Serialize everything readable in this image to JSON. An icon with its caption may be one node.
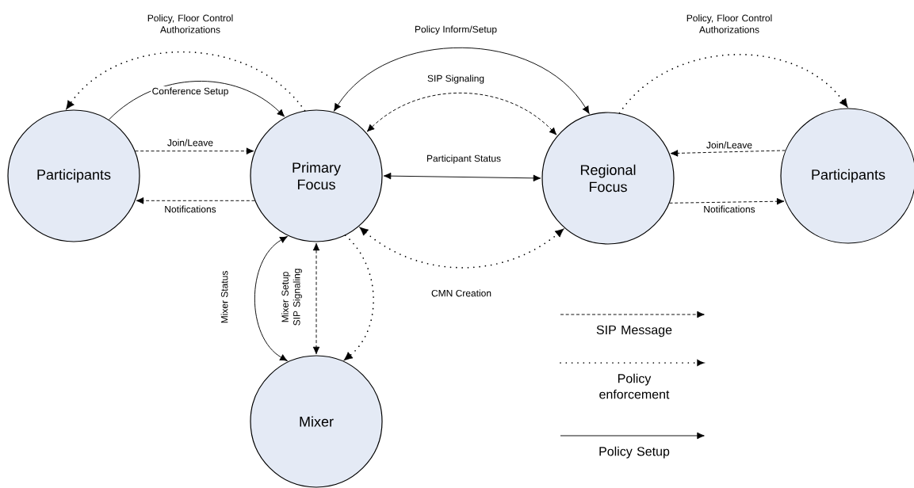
{
  "diagram": {
    "nodes": [
      {
        "text": [
          "Participants"
        ]
      },
      {
        "text": [
          "Primary Focus"
        ]
      },
      {
        "text": [
          "Regional Focus"
        ]
      },
      {
        "text": [
          "Participants"
        ]
      },
      {
        "text": [
          "Mixer"
        ]
      }
    ],
    "edges": [
      {
        "from": 0,
        "to": 1,
        "arrow": "to",
        "label": "Conference Setup"
      },
      {
        "from": 1,
        "to": 0,
        "arrow": "to",
        "style": "dashed",
        "label": "Policy, Floor Control Authorizations"
      },
      {
        "from": 0,
        "to": 1,
        "arrow": "to",
        "style": "dashed",
        "label": "Join/Leave"
      },
      {
        "from": 1,
        "to": 0,
        "arrow": "to",
        "style": "dashed",
        "label": "Notifications"
      },
      {
        "from": 2,
        "to": 1,
        "arrow": "both",
        "label": "Policy Inform/Setup"
      },
      {
        "from": 1,
        "to": 2,
        "arrow": "both",
        "style": "dashed",
        "label": "SIP Signaling"
      },
      {
        "from": 1,
        "to": 2,
        "arrow": "both",
        "label": "Participant Status"
      },
      {
        "from": 3,
        "to": 2,
        "arrow": "to",
        "style": "dashed",
        "label": "Join/Leave"
      },
      {
        "from": 2,
        "to": 3,
        "arrow": "to",
        "style": "dashed",
        "label": "Notifications"
      },
      {
        "from": 2,
        "to": 3,
        "arrow": "to",
        "style": "dashed",
        "label": "Policy, Floor Control Authorizations"
      },
      {
        "from": 1,
        "to": 4,
        "arrow": "both",
        "label": "Mixer Status"
      },
      {
        "from": 1,
        "to": 4,
        "arrow": "both",
        "style": "dashed",
        "label": "Mixer Setup SIP Signaling"
      },
      {
        "from": 1,
        "to": 4,
        "arrow": "to",
        "style": "dashed"
      },
      {
        "from": 1,
        "to": 2,
        "arrow": "both",
        "style": "dashed",
        "label": "CMN Creation"
      }
    ],
    "legend": [
      {
        "text": "SIP Message"
      },
      {
        "text": "Policy enforcement"
      },
      {
        "text": "Policy Setup"
      }
    ]
  }
}
